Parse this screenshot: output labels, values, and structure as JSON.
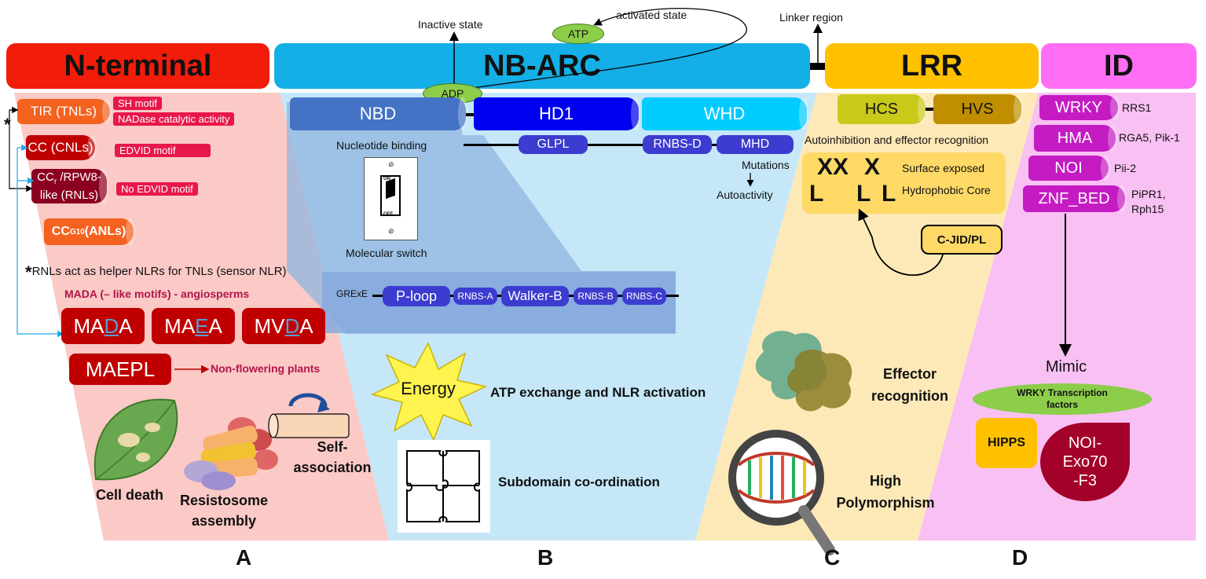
{
  "headers": {
    "n_terminal": "N-terminal",
    "nb_arc": "NB-ARC",
    "lrr": "LRR",
    "id": "ID"
  },
  "top_labels": {
    "inactive_state": "Inactive state",
    "activated_state": "activated state",
    "linker_region": "Linker region",
    "atp": "ATP",
    "adp": "ADP"
  },
  "panel_a": {
    "tir": "TIR (TNLs)",
    "sh_motif": "SH motif",
    "nadase": "NADase catalytic activity",
    "asterisk": "*",
    "cc": "CC (CNLs)",
    "edvid": "EDVID motif",
    "ccr_line1_main": "CC",
    "ccr_line1_sub": "r",
    "ccr_line1_rest": " /RPW8-",
    "ccr_line2": "like (RNLs)",
    "no_edvid": "No EDVID motif",
    "ccg_main": "CC",
    "ccg_sub": "G10",
    "ccg_rest": " (ANLs)",
    "rnl_note": "RNLs act as helper NLRs for TNLs (sensor NLR)",
    "mada_title": "MADA (– like motifs) - angiosperms",
    "mada_pre": "MA",
    "mada_hl": "D",
    "mada_post": "A",
    "maea_pre": "MA",
    "maea_hl": "E",
    "maea_post": "A",
    "mvda_pre": "MV",
    "mvda_hl": "D",
    "mvda_post": "A",
    "maepl": "MAEPL",
    "non_flowering": "Non-flowering plants",
    "cell_death": "Cell death",
    "resistosome_l1": "Resistosome",
    "resistosome_l2": "assembly",
    "self_l1": "Self-",
    "self_l2": "association"
  },
  "panel_b": {
    "nbd": "NBD",
    "hd1": "HD1",
    "whd": "WHD",
    "nucleotide_binding": "Nucleotide binding",
    "on": "ON",
    "off": "OFF",
    "molecular_switch": "Molecular switch",
    "glpl": "GLPL",
    "rnbs_d": "RNBS-D",
    "mhd": "MHD",
    "mutations": "Mutations",
    "autoactivity": "Autoactivity",
    "grexe": "GRExE",
    "p_loop": "P-loop",
    "rnbs_a": "RNBS-A",
    "walker_b": "Walker-B",
    "rnbs_b": "RNBS-B",
    "rnbs_c": "RNBS-C",
    "energy": "Energy",
    "atp_exchange": "ATP exchange and NLR activation",
    "subdomain": "Subdomain co-ordination"
  },
  "panel_c": {
    "hcs": "HCS",
    "hvs": "HVS",
    "autoinhibition": "Autoinhibition and effector recognition",
    "x1": "XX",
    "x2": "X",
    "l1": "L",
    "l2": "L",
    "l3": "L",
    "surface_exposed": "Surface exposed",
    "hydrophobic_core": "Hydrophobic Core",
    "cjid": "C-JID/PL",
    "effector_l1": "Effector",
    "effector_l2": "recognition",
    "high_l1": "High",
    "high_l2": "Polymorphism"
  },
  "panel_d": {
    "wrky": "WRKY",
    "rrs1": "RRS1",
    "hma": "HMA",
    "rga5": "RGA5, Pik-1",
    "noi": "NOI",
    "pii2": "Pii-2",
    "znf": "ZNF_BED",
    "pipr1_l1": "PiPR1,",
    "pipr1_l2": "Rph15",
    "mimic": "Mimic",
    "wrky_tf_l1": "WRKY Transcription",
    "wrky_tf_l2": "factors",
    "hipps": "HIPPS",
    "noi_exo_l1": "NOI-",
    "noi_exo_l2": "Exo70",
    "noi_exo_l3": "-F3"
  },
  "panel_letters": {
    "a": "A",
    "b": "B",
    "c": "C",
    "d": "D"
  },
  "colors": {
    "n_terminal_header": "#f21c0a",
    "nb_arc_header": "#14afe6",
    "lrr_header": "#ffc000",
    "id_header": "#ff6ef5",
    "panel_a_bg": "#fbc9c6",
    "panel_b_bg": "#c5e7f8",
    "panel_c_bg": "#fde9b8",
    "panel_d_bg": "#f9c0f3",
    "atp_oval": "#8ccd4a",
    "domain_purple": "#c41bc3"
  }
}
